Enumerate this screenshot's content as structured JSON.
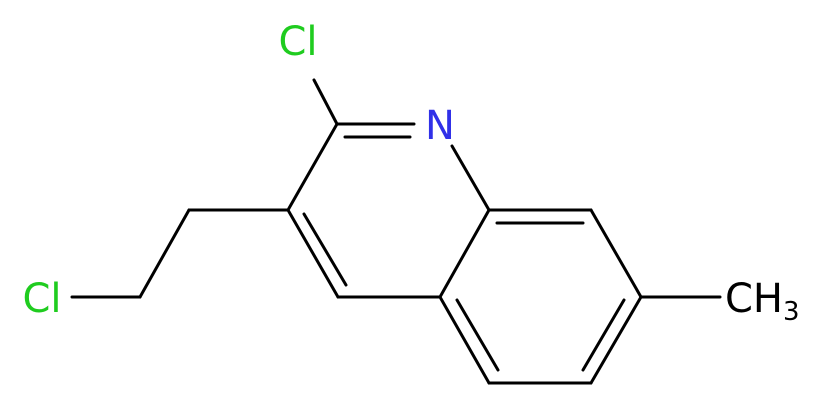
{
  "molecule": {
    "atoms": {
      "cl_top": "Cl",
      "n": "N",
      "cl_left": "Cl",
      "methyl": "CH",
      "methyl_sub": "3"
    },
    "colors": {
      "chlorine": "#1fcc1f",
      "nitrogen": "#3030e8",
      "carbon": "#000000",
      "bond": "#000000",
      "background": "#ffffff"
    }
  }
}
